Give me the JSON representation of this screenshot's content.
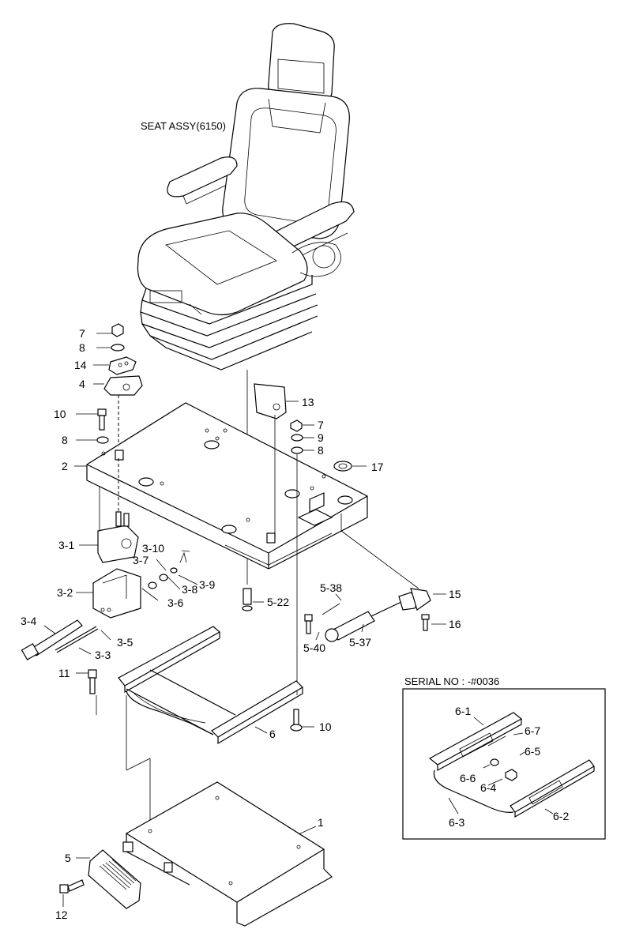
{
  "assembly_title": "SEAT ASSY(6150)",
  "inset_title": "SERIAL NO : -#0036",
  "labels": {
    "p7a": "7",
    "p8a": "8",
    "p14": "14",
    "p4": "4",
    "p10a": "10",
    "p8b": "8",
    "p2": "2",
    "p13": "13",
    "p7b": "7",
    "p9": "9",
    "p8c": "8",
    "p17": "17",
    "p3_1": "3-1",
    "p3_10": "3-10",
    "p3_7": "3-7",
    "p3_9": "3-9",
    "p3_8": "3-8",
    "p3_2": "3-2",
    "p3_6": "3-6",
    "p3_4": "3-4",
    "p3_5": "3-5",
    "p3_3": "3-3",
    "p5_22": "5-22",
    "p5_38": "5-38",
    "p15": "15",
    "p16": "16",
    "p5_40": "5-40",
    "p5_37": "5-37",
    "p11": "11",
    "p10b": "10",
    "p6": "6",
    "p1": "1",
    "p5": "5",
    "p12": "12",
    "i6_1": "6-1",
    "i6_7": "6-7",
    "i6_5": "6-5",
    "i6_6": "6-6",
    "i6_4": "6-4",
    "i6_3": "6-3",
    "i6_2": "6-2"
  }
}
